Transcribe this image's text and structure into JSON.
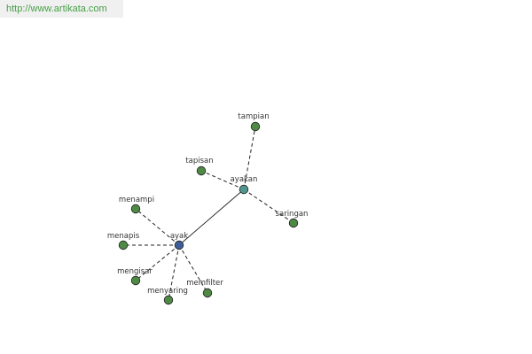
{
  "header": {
    "url": "http://www.artikata.com"
  },
  "colors": {
    "leaf_node": "#4f8a45",
    "hub_ayak": "#3f5d97",
    "hub_ayakan": "#4f978e",
    "edge": "#222222"
  },
  "graph": {
    "nodes": [
      {
        "id": "ayak",
        "label": "ayak",
        "kind": "hub_ayak"
      },
      {
        "id": "ayakan",
        "label": "ayakan",
        "kind": "hub_ayakan"
      },
      {
        "id": "tampian",
        "label": "tampian",
        "kind": "leaf_node"
      },
      {
        "id": "tapisan",
        "label": "tapisan",
        "kind": "leaf_node"
      },
      {
        "id": "saringan",
        "label": "saringan",
        "kind": "leaf_node"
      },
      {
        "id": "menampi",
        "label": "menampi",
        "kind": "leaf_node"
      },
      {
        "id": "menapis",
        "label": "menapis",
        "kind": "leaf_node"
      },
      {
        "id": "mengisar",
        "label": "mengisar",
        "kind": "leaf_node"
      },
      {
        "id": "menyaring",
        "label": "menyaring",
        "kind": "leaf_node"
      },
      {
        "id": "memfilter",
        "label": "memfilter",
        "kind": "leaf_node"
      }
    ],
    "edges": [
      {
        "from": "ayak",
        "to": "ayakan",
        "style": "solid"
      },
      {
        "from": "ayakan",
        "to": "tampian",
        "style": "dashed"
      },
      {
        "from": "ayakan",
        "to": "tapisan",
        "style": "dashed"
      },
      {
        "from": "ayakan",
        "to": "saringan",
        "style": "dashed"
      },
      {
        "from": "ayak",
        "to": "menampi",
        "style": "dashed"
      },
      {
        "from": "ayak",
        "to": "menapis",
        "style": "dashed"
      },
      {
        "from": "ayak",
        "to": "mengisar",
        "style": "dashed"
      },
      {
        "from": "ayak",
        "to": "menyaring",
        "style": "dashed"
      },
      {
        "from": "ayak",
        "to": "memfilter",
        "style": "dashed"
      }
    ]
  }
}
